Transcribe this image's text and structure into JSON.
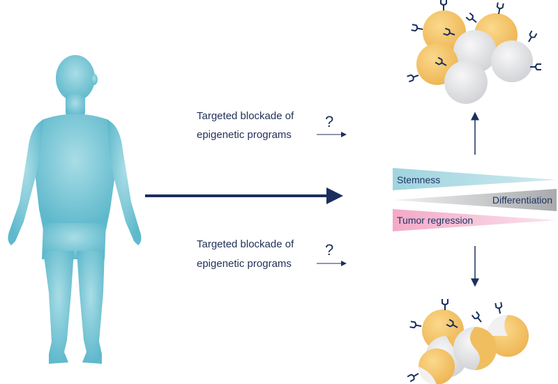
{
  "upper_branch": {
    "label_line1": "Targeted blockade of",
    "label_line2": "epigenetic programs",
    "question_mark": "?"
  },
  "lower_branch": {
    "label_line1": "Targeted blockade of",
    "label_line2": "epigenetic programs",
    "question_mark": "?"
  },
  "gradients": {
    "stemness": "Stemness",
    "differentiation": "Differentiation",
    "tumor_regression": "Tumor regression"
  },
  "colors": {
    "human": "#6cc3d5",
    "arrow": "#1b2f5e",
    "stemness": "#8fcfdc",
    "differentiation": "#b3b5b8",
    "tumor_regression": "#f0a6c4",
    "cell_orange": "#f3c46b",
    "cell_gray": "#e3e4e6",
    "receptor": "#1b2f5e"
  },
  "icons": {
    "human": "human-figure-icon",
    "cells_top": "stem-cell-cluster-icon",
    "cells_bottom": "differentiated-cell-cluster-icon"
  }
}
